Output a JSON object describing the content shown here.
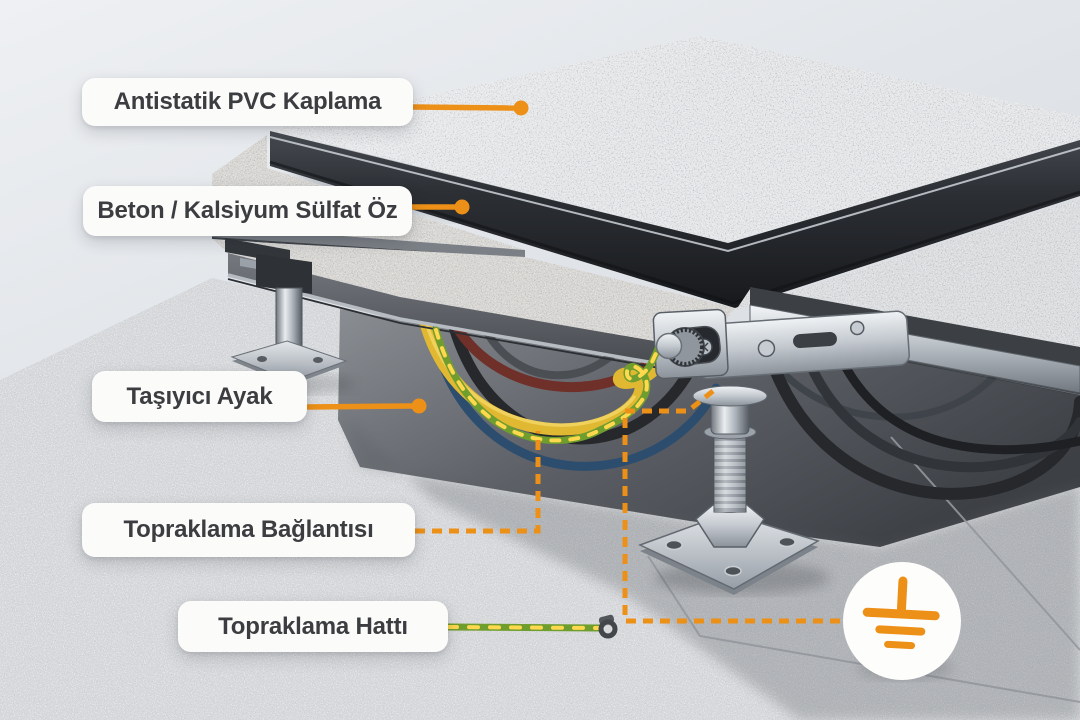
{
  "callouts": [
    {
      "id": "antistatic-pvc-coating",
      "text": "Antistatik PVC Kaplama",
      "connector": "solid-dot"
    },
    {
      "id": "concrete-calcium-sulfate-core",
      "text": "Beton / Kalsiyum Sülfat Öz",
      "connector": "solid-dot"
    },
    {
      "id": "support-pedestal",
      "text": "Taşıyıcı Ayak",
      "connector": "solid-dot"
    },
    {
      "id": "grounding-connection",
      "text": "Topraklama Bağlantısı",
      "connector": "dashed"
    },
    {
      "id": "grounding-line",
      "text": "Topraklama Hattı",
      "connector": "ground-cable"
    }
  ],
  "badge": {
    "icon": "earth-ground-icon"
  },
  "colors": {
    "accent": "#ED9017",
    "pill_bg": "#FBFBFA",
    "label_text": "#3B3D40",
    "ground_wire_green": "#6F9E2E",
    "ground_wire_yellow": "#FFD84D"
  }
}
